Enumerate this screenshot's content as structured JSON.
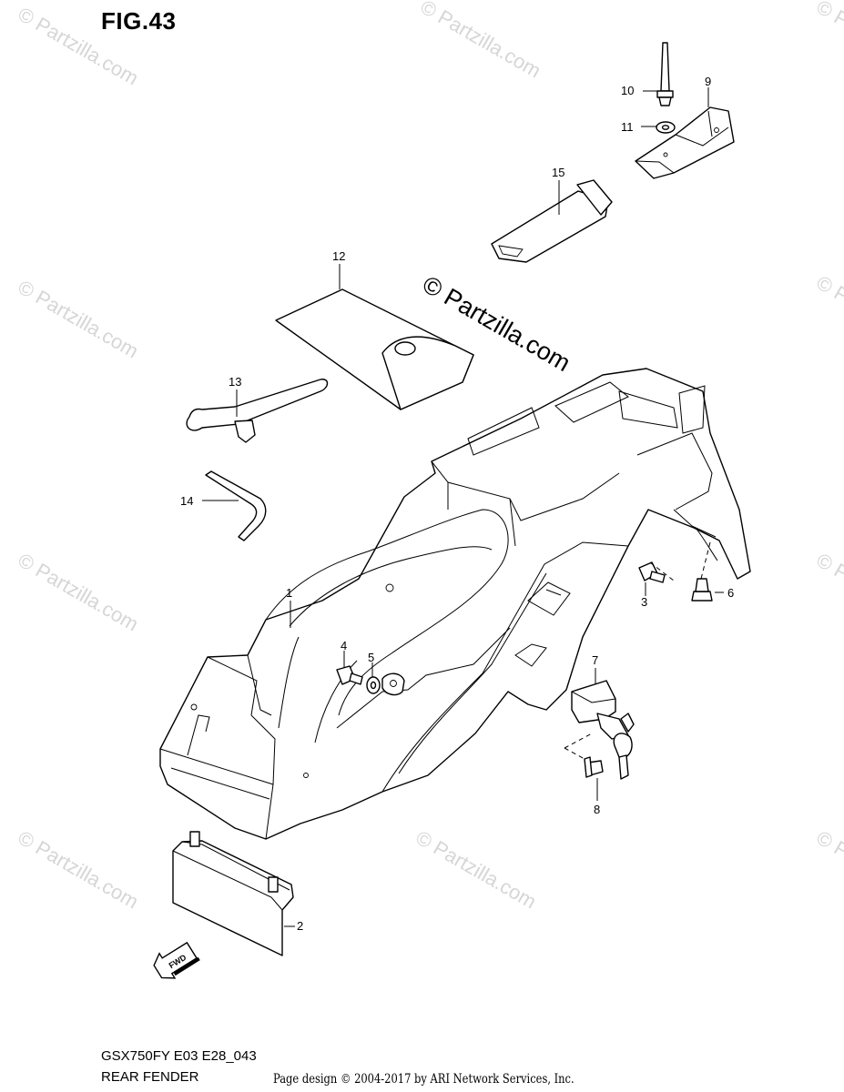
{
  "figure": {
    "title": "FIG.43",
    "model_code": "GSX750FY E03 E28_043",
    "section_name": "REAR FENDER",
    "credit": "Page design © 2004-2017 by ARI Network Services, Inc."
  },
  "callouts": [
    {
      "number": "1"
    },
    {
      "number": "2"
    },
    {
      "number": "3"
    },
    {
      "number": "4"
    },
    {
      "number": "5"
    },
    {
      "number": "6"
    },
    {
      "number": "7"
    },
    {
      "number": "8"
    },
    {
      "number": "9"
    },
    {
      "number": "10"
    },
    {
      "number": "11"
    },
    {
      "number": "12"
    },
    {
      "number": "13"
    },
    {
      "number": "14"
    },
    {
      "number": "15"
    }
  ],
  "direction_marker": {
    "label": "FWD"
  },
  "watermark": {
    "center_text": "© Partzilla.com",
    "repeat_text": "© Partzilla.com"
  }
}
